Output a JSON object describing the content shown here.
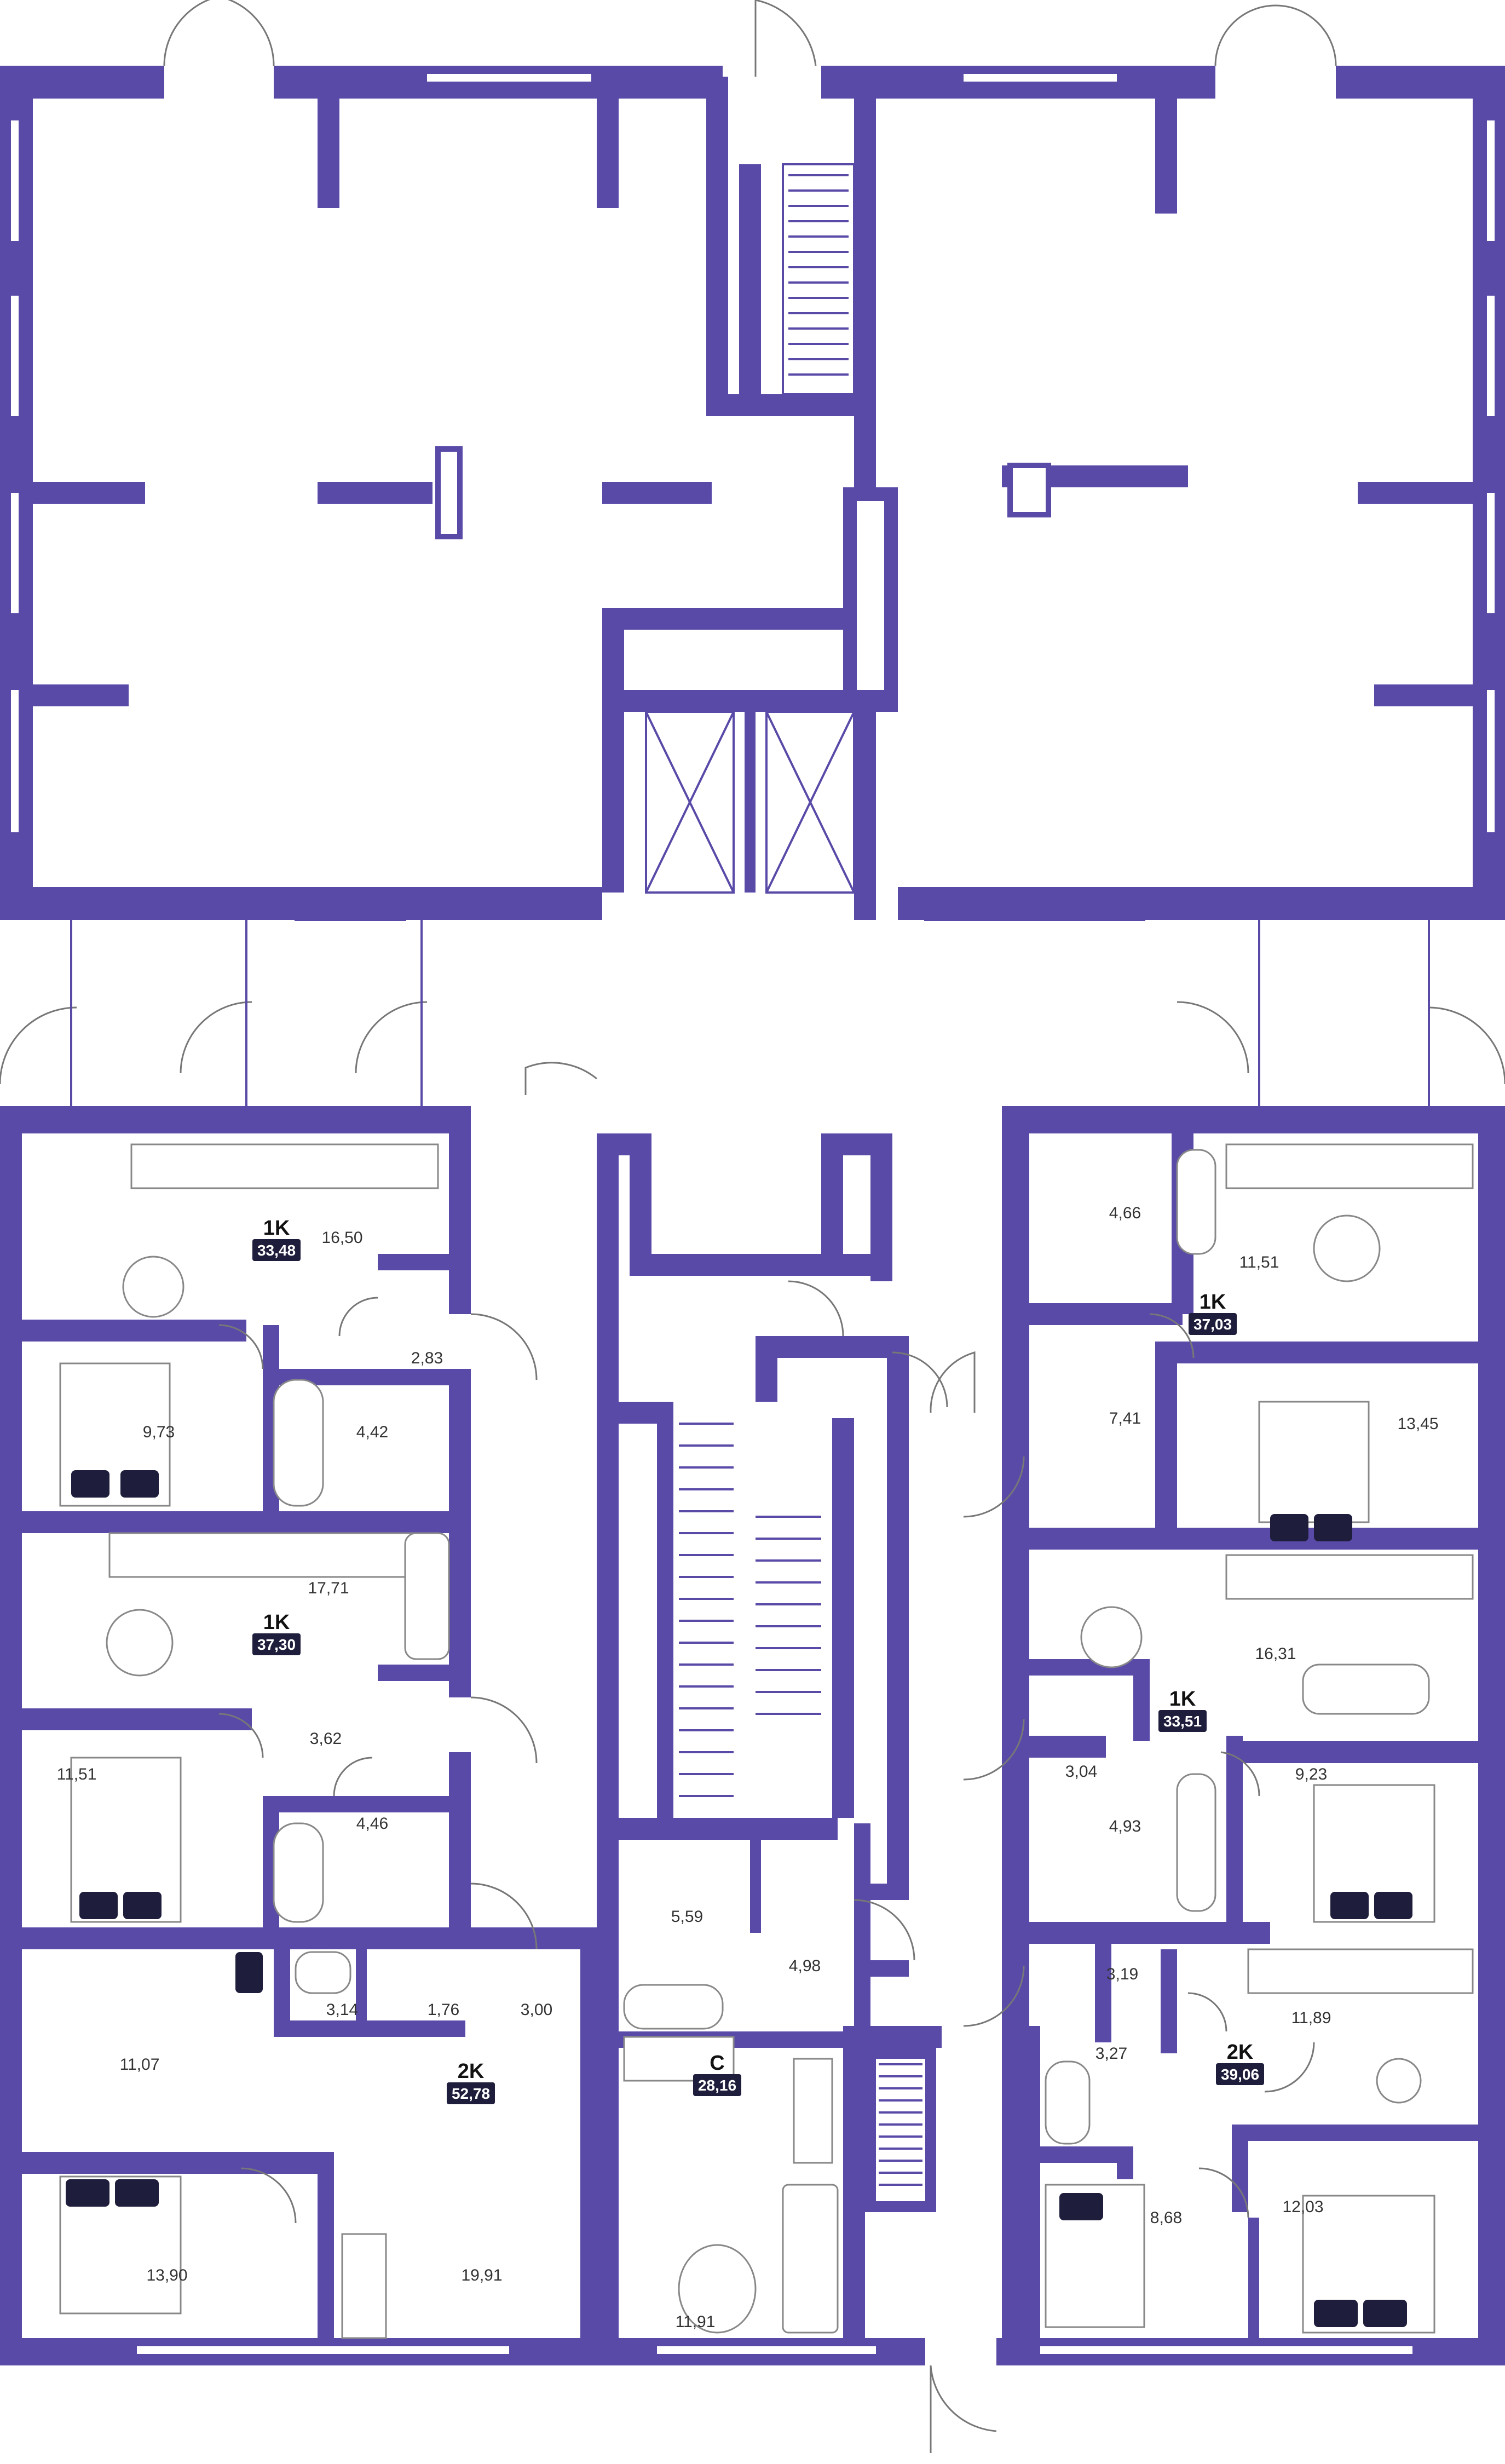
{
  "colors": {
    "wall": "#5a4aa8",
    "tag": "#1e1e3c",
    "background": "#ffffff"
  },
  "apartments": [
    {
      "type": "1K",
      "area": "33,48"
    },
    {
      "type": "1K",
      "area": "37,30"
    },
    {
      "type": "2K",
      "area": "52,78"
    },
    {
      "type": "C",
      "area": "28,16"
    },
    {
      "type": "1K",
      "area": "37,03"
    },
    {
      "type": "1K",
      "area": "33,51"
    },
    {
      "type": "2K",
      "area": "39,06"
    }
  ],
  "rooms": [
    "16,50",
    "2,83",
    "9,73",
    "4,42",
    "17,71",
    "3,62",
    "11,51",
    "4,46",
    "11,07",
    "3,14",
    "1,76",
    "3,00",
    "13,90",
    "19,91",
    "5,59",
    "4,98",
    "11,91",
    "4,66",
    "11,51",
    "7,41",
    "13,45",
    "16,31",
    "3,04",
    "9,23",
    "4,93",
    "3,19",
    "11,89",
    "3,27",
    "12,03",
    "8,68"
  ]
}
